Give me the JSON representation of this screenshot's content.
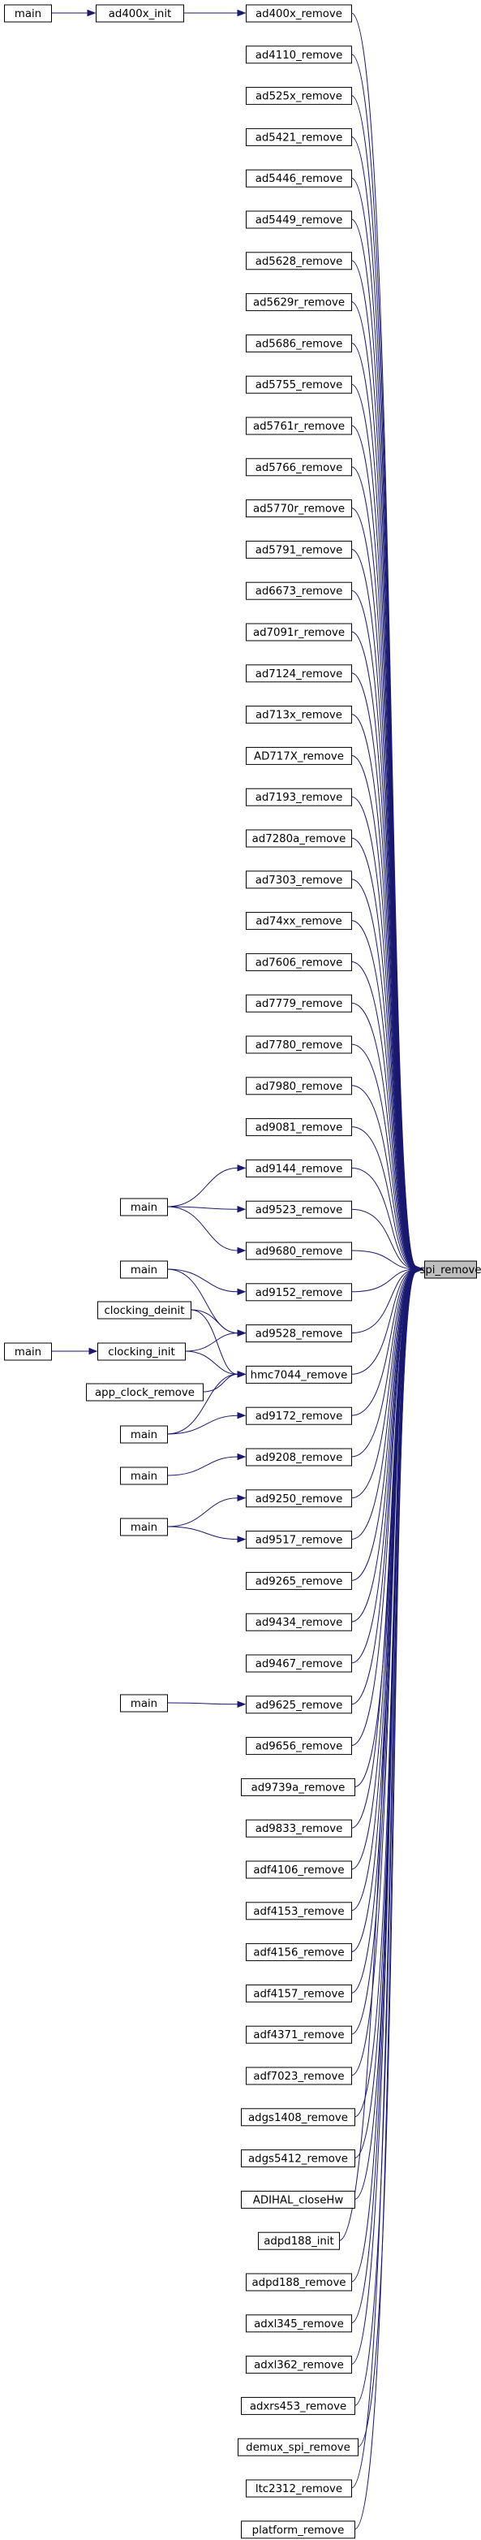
{
  "graph": {
    "colors": {
      "edge": "#191970",
      "node_border": "#000000",
      "node_fill": "#ffffff",
      "target_fill": "#bfbfbf",
      "background": "#ffffff"
    },
    "target": {
      "id": "spi_remove",
      "label": "spi_remove"
    },
    "nodes": [
      {
        "id": "main_ad400x",
        "label": "main"
      },
      {
        "id": "ad400x_init",
        "label": "ad400x_init"
      },
      {
        "id": "ad400x_remove",
        "label": "ad400x_remove"
      },
      {
        "id": "ad4110_remove",
        "label": "ad4110_remove"
      },
      {
        "id": "ad525x_remove",
        "label": "ad525x_remove"
      },
      {
        "id": "ad5421_remove",
        "label": "ad5421_remove"
      },
      {
        "id": "ad5446_remove",
        "label": "ad5446_remove"
      },
      {
        "id": "ad5449_remove",
        "label": "ad5449_remove"
      },
      {
        "id": "ad5628_remove",
        "label": "ad5628_remove"
      },
      {
        "id": "ad5629r_remove",
        "label": "ad5629r_remove"
      },
      {
        "id": "ad5686_remove",
        "label": "ad5686_remove"
      },
      {
        "id": "ad5755_remove",
        "label": "ad5755_remove"
      },
      {
        "id": "ad5761r_remove",
        "label": "ad5761r_remove"
      },
      {
        "id": "ad5766_remove",
        "label": "ad5766_remove"
      },
      {
        "id": "ad5770r_remove",
        "label": "ad5770r_remove"
      },
      {
        "id": "ad5791_remove",
        "label": "ad5791_remove"
      },
      {
        "id": "ad6673_remove",
        "label": "ad6673_remove"
      },
      {
        "id": "ad7091r_remove",
        "label": "ad7091r_remove"
      },
      {
        "id": "ad7124_remove",
        "label": "ad7124_remove"
      },
      {
        "id": "ad713x_remove",
        "label": "ad713x_remove"
      },
      {
        "id": "AD717X_remove",
        "label": "AD717X_remove"
      },
      {
        "id": "ad7193_remove",
        "label": "ad7193_remove"
      },
      {
        "id": "ad7280a_remove",
        "label": "ad7280a_remove"
      },
      {
        "id": "ad7303_remove",
        "label": "ad7303_remove"
      },
      {
        "id": "ad74xx_remove",
        "label": "ad74xx_remove"
      },
      {
        "id": "ad7606_remove",
        "label": "ad7606_remove"
      },
      {
        "id": "ad7779_remove",
        "label": "ad7779_remove"
      },
      {
        "id": "ad7780_remove",
        "label": "ad7780_remove"
      },
      {
        "id": "ad7980_remove",
        "label": "ad7980_remove"
      },
      {
        "id": "ad9081_remove",
        "label": "ad9081_remove"
      },
      {
        "id": "ad9144_remove",
        "label": "ad9144_remove"
      },
      {
        "id": "main_9144",
        "label": "main"
      },
      {
        "id": "ad9523_remove",
        "label": "ad9523_remove"
      },
      {
        "id": "ad9680_remove",
        "label": "ad9680_remove"
      },
      {
        "id": "main_9152",
        "label": "main"
      },
      {
        "id": "ad9152_remove",
        "label": "ad9152_remove"
      },
      {
        "id": "clocking_deinit",
        "label": "clocking_deinit"
      },
      {
        "id": "main_clk",
        "label": "main"
      },
      {
        "id": "clocking_init",
        "label": "clocking_init"
      },
      {
        "id": "ad9528_remove",
        "label": "ad9528_remove"
      },
      {
        "id": "app_clock_remove",
        "label": "app_clock_remove"
      },
      {
        "id": "hmc7044_remove",
        "label": "hmc7044_remove"
      },
      {
        "id": "main_9172",
        "label": "main"
      },
      {
        "id": "ad9172_remove",
        "label": "ad9172_remove"
      },
      {
        "id": "ad9208_remove",
        "label": "ad9208_remove"
      },
      {
        "id": "main_9250",
        "label": "main"
      },
      {
        "id": "ad9250_remove",
        "label": "ad9250_remove"
      },
      {
        "id": "main_9517",
        "label": "main"
      },
      {
        "id": "ad9517_remove",
        "label": "ad9517_remove"
      },
      {
        "id": "ad9265_remove",
        "label": "ad9265_remove"
      },
      {
        "id": "ad9434_remove",
        "label": "ad9434_remove"
      },
      {
        "id": "ad9467_remove",
        "label": "ad9467_remove"
      },
      {
        "id": "main_9625",
        "label": "main"
      },
      {
        "id": "ad9625_remove",
        "label": "ad9625_remove"
      },
      {
        "id": "ad9656_remove",
        "label": "ad9656_remove"
      },
      {
        "id": "ad9739a_remove",
        "label": "ad9739a_remove"
      },
      {
        "id": "ad9833_remove",
        "label": "ad9833_remove"
      },
      {
        "id": "adf4106_remove",
        "label": "adf4106_remove"
      },
      {
        "id": "adf4153_remove",
        "label": "adf4153_remove"
      },
      {
        "id": "adf4156_remove",
        "label": "adf4156_remove"
      },
      {
        "id": "adf4157_remove",
        "label": "adf4157_remove"
      },
      {
        "id": "adf4371_remove",
        "label": "adf4371_remove"
      },
      {
        "id": "adf7023_remove",
        "label": "adf7023_remove"
      },
      {
        "id": "adgs1408_remove",
        "label": "adgs1408_remove"
      },
      {
        "id": "adgs5412_remove",
        "label": "adgs5412_remove"
      },
      {
        "id": "ADIHAL_closeHw",
        "label": "ADIHAL_closeHw"
      },
      {
        "id": "adpd188_init",
        "label": "adpd188_init"
      },
      {
        "id": "adpd188_remove",
        "label": "adpd188_remove"
      },
      {
        "id": "adxl345_remove",
        "label": "adxl345_remove"
      },
      {
        "id": "adxl362_remove",
        "label": "adxl362_remove"
      },
      {
        "id": "adxrs453_remove",
        "label": "adxrs453_remove"
      },
      {
        "id": "demux_spi_remove",
        "label": "demux_spi_remove"
      },
      {
        "id": "ltc2312_remove",
        "label": "ltc2312_remove"
      },
      {
        "id": "platform_remove",
        "label": "platform_remove"
      }
    ],
    "edges": [
      [
        "main_ad400x",
        "ad400x_init"
      ],
      [
        "ad400x_init",
        "ad400x_remove"
      ],
      [
        "main_9144",
        "ad9144_remove"
      ],
      [
        "main_9144",
        "ad9523_remove"
      ],
      [
        "main_9144",
        "ad9680_remove"
      ],
      [
        "main_9152",
        "ad9152_remove"
      ],
      [
        "main_9152",
        "ad9528_remove"
      ],
      [
        "clocking_deinit",
        "ad9528_remove"
      ],
      [
        "clocking_deinit",
        "hmc7044_remove"
      ],
      [
        "main_clk",
        "clocking_init"
      ],
      [
        "clocking_init",
        "ad9528_remove"
      ],
      [
        "clocking_init",
        "hmc7044_remove"
      ],
      [
        "app_clock_remove",
        "hmc7044_remove"
      ],
      [
        "main_9172",
        "hmc7044_remove"
      ],
      [
        "main_9172",
        "ad9172_remove"
      ],
      [
        "main_9250",
        "ad9208_remove"
      ],
      [
        "main_9517",
        "ad9250_remove"
      ],
      [
        "main_9517",
        "ad9517_remove"
      ],
      [
        "main_9625",
        "ad9625_remove"
      ]
    ]
  }
}
